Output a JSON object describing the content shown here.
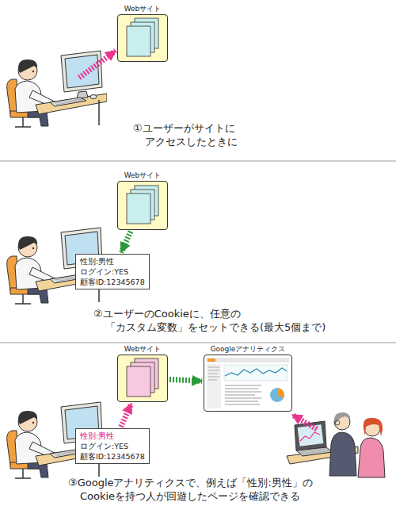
{
  "diagram": {
    "nodes": [
      {
        "text": [
          "Webサイト"
        ]
      },
      {
        "text": [
          "Webサイト"
        ]
      },
      {
        "text": [
          "性別:男性",
          "ログイン:YES",
          "顧客ID:12345678"
        ]
      },
      {
        "text": [
          "Webサイト"
        ]
      },
      {
        "text": [
          "Googleアナリティクス"
        ]
      },
      {
        "text": [
          "性別:男性",
          "ログイン:YES",
          "顧客ID:12345678"
        ]
      }
    ],
    "edges": [
      {
        "from": 1,
        "to": 2,
        "arrow": "to"
      },
      {
        "from": 5,
        "to": 3,
        "arrow": "to"
      },
      {
        "from": 3,
        "to": 4,
        "arrow": "to"
      }
    ],
    "labels": [
      "①ユーザーがサイトに アクセスしたときに",
      "②ユーザーのCookieに、任意の 「カスタム変数」をセットできる(最大5個まで)",
      "③Googleアナリティクスで、例えば「性別:男性」の Cookieを持つ人が回遊したページを確認できる"
    ]
  }
}
